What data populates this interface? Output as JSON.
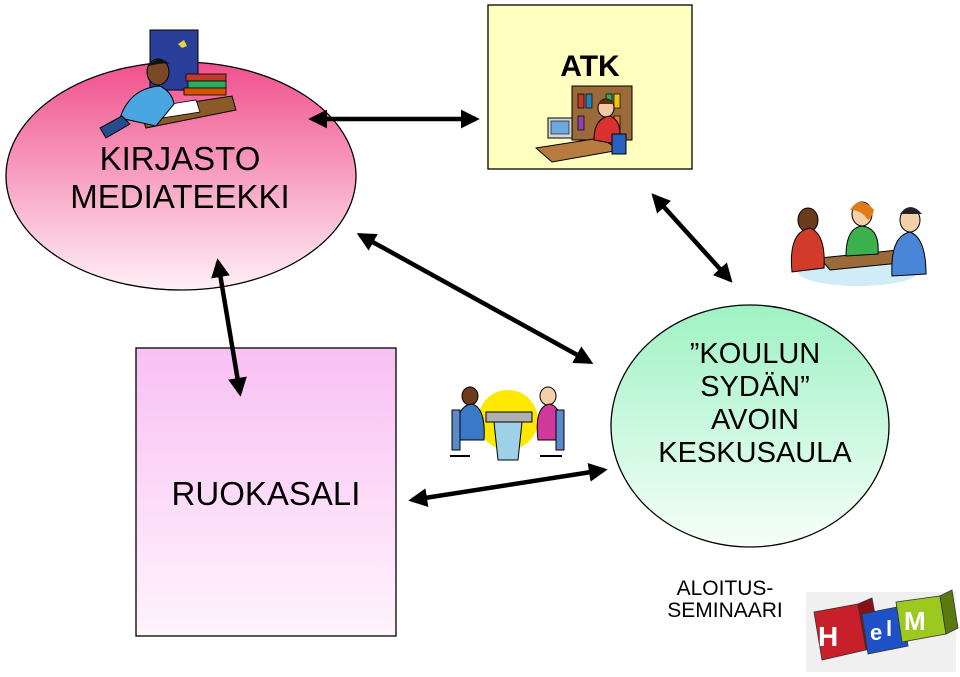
{
  "nodes": {
    "kirjasto": {
      "line1": "KIRJASTO",
      "line2": "MEDIATEEKKI"
    },
    "atk": {
      "label": "ATK"
    },
    "ruokasali": {
      "label": "RUOKASALI"
    },
    "koulun_sydan": {
      "line1": "”KOULUN",
      "line2": "SYDÄN”",
      "line3": "AVOIN",
      "line4": "KESKUSAULA"
    }
  },
  "footer": {
    "line1": "ALOITUS-",
    "line2": "SEMINAARI"
  },
  "logo": {
    "text": "HelM"
  },
  "colors": {
    "kirjasto_top": "#f0508c",
    "kirjasto_bottom": "#fff0f6",
    "atk_fill": "#ffffc0",
    "ruokasali_top": "#f8c0f4",
    "ruokasali_bottom": "#fff2fc",
    "koulun_top": "#9ff2c4",
    "koulun_bottom": "#f3fff6"
  },
  "icons": [
    "student-reading-icon",
    "computer-user-icon",
    "children-at-table-icon",
    "meeting-icon",
    "helm-logo-icon"
  ]
}
